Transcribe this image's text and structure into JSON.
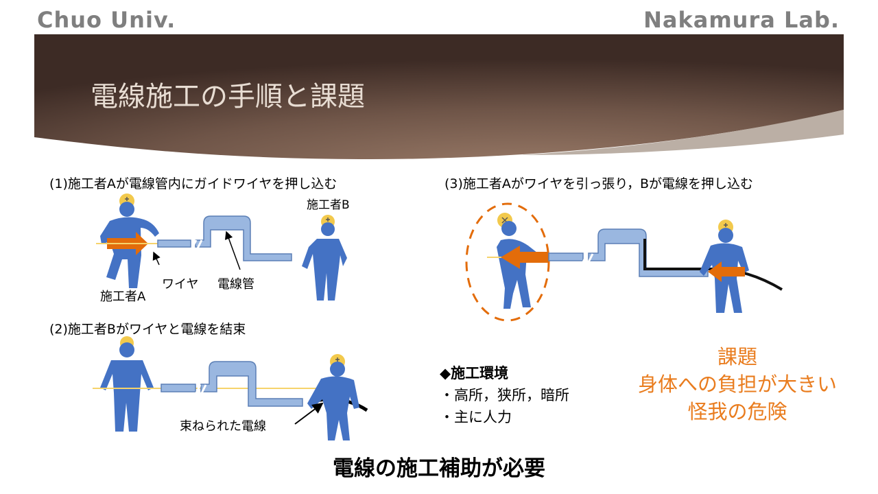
{
  "header": {
    "university": "Chuo Univ.",
    "lab": "Nakamura Lab."
  },
  "slide_title": "電線施工の手順と課題",
  "step1": {
    "caption": "(1)施工者Aが電線管内にガイドワイヤを押し込む",
    "worker_a": "施工者A",
    "worker_b": "施工者B",
    "wire": "ワイヤ",
    "conduit": "電線管"
  },
  "step2": {
    "caption": "(2)施工者Bがワイヤと電線を結束",
    "bundled": "束ねられた電線"
  },
  "step3": {
    "caption": "(3)施工者Aがワイヤを引っ張り，Bが電線を押し込む"
  },
  "environment": {
    "title": "◆施工環境",
    "items": [
      "・高所，狭所，暗所",
      "・主に人力"
    ]
  },
  "issues": {
    "lines": [
      "課題",
      "身体への負担が大きい",
      "怪我の危険"
    ]
  },
  "conclusion": "電線の施工補助が必要",
  "colors": {
    "worker_blue": "#4472c4",
    "helmet": "#f2c94c",
    "arrow_orange": "#e36c0a",
    "conduit_blue": "#9ab7e0",
    "wire_yellow": "#f6d36b",
    "issue_orange": "#e97c1e",
    "title_band": "#7a6254"
  }
}
